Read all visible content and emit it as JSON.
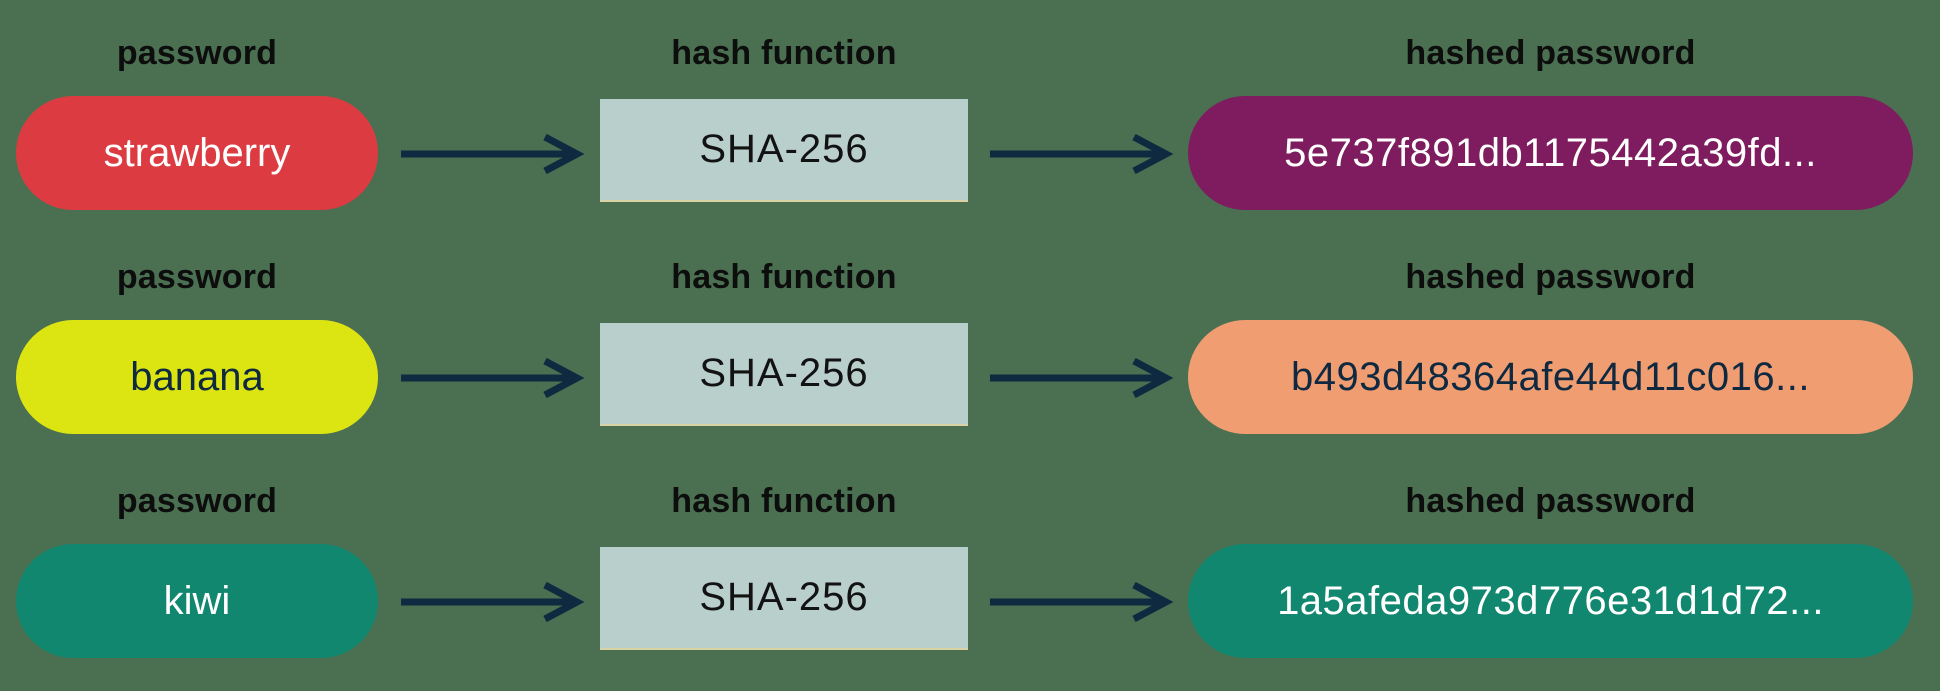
{
  "diagram": {
    "background": "#4A7051",
    "arrow_color": "#0F2940",
    "label_color": "#0D0D0D",
    "box_color": "#B9CFCC",
    "box_text_color": "#121212",
    "box_edge_color": "#D8D3A4"
  },
  "rows": [
    {
      "password_label": "password",
      "hash_function_label": "hash function",
      "hashed_password_label": "hashed password",
      "password": "strawberry",
      "algorithm": "SHA-256",
      "hash": "5e737f891db1175442a39fd...",
      "password_pill_bg": "#DC3C41",
      "password_pill_text": "#FFFFFF",
      "hash_pill_bg": "#7E1C5F",
      "hash_pill_text": "#FFFFFF"
    },
    {
      "password_label": "password",
      "hash_function_label": "hash function",
      "hashed_password_label": "hashed password",
      "password": "banana",
      "algorithm": "SHA-256",
      "hash": "b493d48364afe44d11c016...",
      "password_pill_bg": "#DCE512",
      "password_pill_text": "#0F2940",
      "hash_pill_bg": "#F09D72",
      "hash_pill_text": "#0F2940"
    },
    {
      "password_label": "password",
      "hash_function_label": "hash function",
      "hashed_password_label": "hashed password",
      "password": "kiwi",
      "algorithm": "SHA-256",
      "hash": "1a5afeda973d776e31d1d72...",
      "password_pill_bg": "#12876F",
      "password_pill_text": "#FFFFFF",
      "hash_pill_bg": "#12876F",
      "hash_pill_text": "#FFFFFF"
    }
  ]
}
